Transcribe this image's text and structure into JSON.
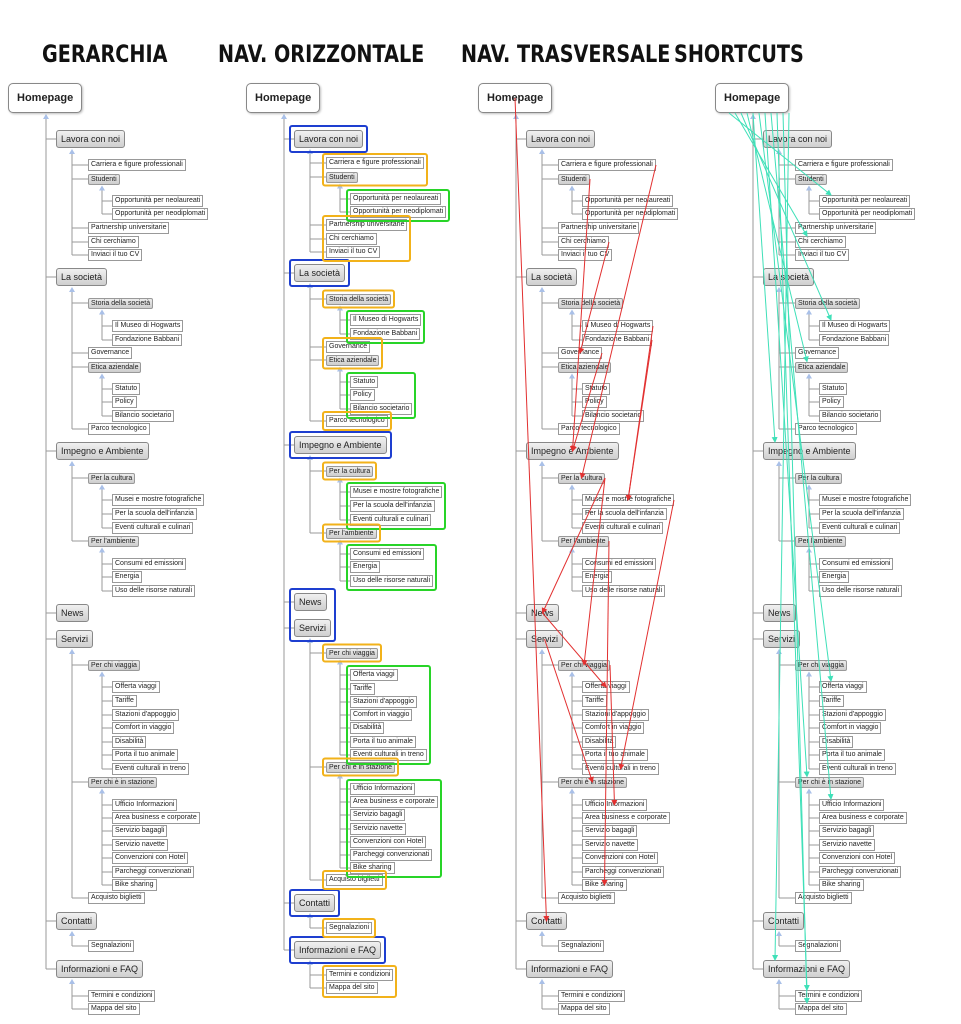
{
  "columns": [
    {
      "id": "gerarchia",
      "title": "GERARCHIA"
    },
    {
      "id": "orizzontale",
      "title": "NAV. ORIZZONTALE"
    },
    {
      "id": "trasversale",
      "title": "NAV. TRASVERSALE"
    },
    {
      "id": "shortcuts",
      "title": "SHORTCUTS"
    }
  ],
  "tree": {
    "label": "Homepage",
    "children": [
      {
        "label": "Lavora con noi",
        "children": [
          {
            "label": "Carriera e figure professionali"
          },
          {
            "label": "Studenti",
            "children": [
              {
                "label": "Opportunità per neolaureati"
              },
              {
                "label": "Opportunità per neodiplomati"
              }
            ]
          },
          {
            "label": "Partnership universitarie"
          },
          {
            "label": "Chi cerchiamo"
          },
          {
            "label": "Inviaci il tuo CV"
          }
        ]
      },
      {
        "label": "La società",
        "children": [
          {
            "label": "Storia della società",
            "children": [
              {
                "label": "Il Museo di Hogwarts"
              },
              {
                "label": "Fondazione Babbani"
              }
            ]
          },
          {
            "label": "Governance"
          },
          {
            "label": "Etica aziendale",
            "children": [
              {
                "label": "Statuto"
              },
              {
                "label": "Policy"
              },
              {
                "label": "Bilancio societario"
              }
            ]
          },
          {
            "label": "Parco tecnologico"
          }
        ]
      },
      {
        "label": "Impegno e Ambiente",
        "children": [
          {
            "label": "Per la cultura",
            "children": [
              {
                "label": "Musei e mostre fotografiche"
              },
              {
                "label": "Per la scuola dell'infanzia"
              },
              {
                "label": "Eventi culturali e culinari"
              }
            ]
          },
          {
            "label": "Per l'ambiente",
            "children": [
              {
                "label": "Consumi ed emissioni"
              },
              {
                "label": "Energia"
              },
              {
                "label": "Uso delle risorse naturali"
              }
            ]
          }
        ]
      },
      {
        "label": "News"
      },
      {
        "label": "Servizi",
        "children": [
          {
            "label": "Per chi viaggia",
            "children": [
              {
                "label": "Offerta viaggi"
              },
              {
                "label": "Tariffe"
              },
              {
                "label": "Stazioni d'appoggio"
              },
              {
                "label": "Comfort in viaggio"
              },
              {
                "label": "Disabilità"
              },
              {
                "label": "Porta il tuo animale"
              },
              {
                "label": "Eventi culturali in treno"
              }
            ]
          },
          {
            "label": "Per chi è in stazione",
            "children": [
              {
                "label": "Ufficio Informazioni"
              },
              {
                "label": "Area business e corporate"
              },
              {
                "label": "Servizio bagagli"
              },
              {
                "label": "Servizio navette"
              },
              {
                "label": "Convenzioni con Hotel"
              },
              {
                "label": "Parcheggi convenzionati"
              },
              {
                "label": "Bike sharing"
              }
            ]
          },
          {
            "label": "Acquisto biglietti"
          }
        ]
      },
      {
        "label": "Contatti",
        "children": [
          {
            "label": "Segnalazioni"
          }
        ]
      },
      {
        "label": "Informazioni e FAQ",
        "children": [
          {
            "label": "Termini e condizioni"
          },
          {
            "label": "Mappa del sito"
          }
        ]
      }
    ]
  },
  "colors": {
    "connector": "#9a9a9a",
    "arrow_head": "#a9c0e8",
    "level1_box": "#1e3fd0",
    "level2_box": "#f2b21a",
    "level3_box": "#28d428",
    "transversal_link": "#e23030",
    "shortcut_link": "#3fe0b8"
  },
  "transversal_links": [
    [
      "Carriera e figure professionali",
      "Per la cultura"
    ],
    [
      "Studenti",
      "Impegno e Ambiente"
    ],
    [
      "Chi cerchiamo",
      "Governance"
    ],
    [
      "Il Museo di Hogwarts",
      "Musei e mostre fotografiche"
    ],
    [
      "Fondazione Babbani",
      "Musei e mostre fotografiche"
    ],
    [
      "Per la cultura",
      "Per chi viaggia"
    ],
    [
      "Per la cultura",
      "News"
    ],
    [
      "Per l'ambiente",
      "Bike sharing"
    ],
    [
      "Musei e mostre fotografiche",
      "Eventi culturali in treno"
    ],
    [
      "Servizi",
      "Per chi è in stazione"
    ],
    [
      "News",
      "Offerta viaggi"
    ],
    [
      "Per chi viaggia",
      "Ufficio Informazioni"
    ],
    [
      "Governance",
      "Impegno e Ambiente"
    ],
    [
      "Homepage",
      "Contatti"
    ]
  ],
  "shortcut_links": [
    [
      "Homepage",
      "Opportunità per neolaureati"
    ],
    [
      "Homepage",
      "Chi cerchiamo"
    ],
    [
      "Homepage",
      "Il Museo di Hogwarts"
    ],
    [
      "Homepage",
      "Etica aziendale"
    ],
    [
      "Homepage",
      "Impegno e Ambiente"
    ],
    [
      "Homepage",
      "Offerta viaggi"
    ],
    [
      "Homepage",
      "Per chi è in stazione"
    ],
    [
      "Homepage",
      "Ufficio Informazioni"
    ],
    [
      "Homepage",
      "Termini e condizioni"
    ],
    [
      "Homepage",
      "Mappa del sito"
    ],
    [
      "Homepage",
      "Informazioni e FAQ"
    ]
  ]
}
